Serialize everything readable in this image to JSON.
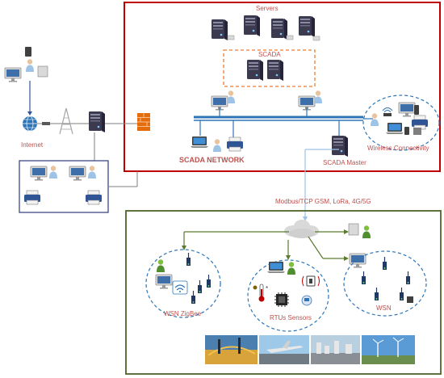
{
  "labels": {
    "servers": "Servers",
    "scada": "SCADA",
    "internet": "Internet",
    "scada_network": "SCADA NETWORK",
    "scada_master": "SCADA Master",
    "wireless_connectivity": "Wireless Connectivity",
    "protocols": "Modbus/TCP GSM, LoRa, 4G/5G",
    "wsn_zigbee": "WSN ZigBee",
    "rtus_sensors": "RTUs Sensors",
    "wsn": "WSN"
  },
  "colors": {
    "scada_border": "#c00000",
    "field_border": "#4f6228",
    "label_red": "#c0504d",
    "bus_blue": "#2e75b6",
    "dashed_blue": "#2e75b6",
    "dashed_orange": "#ed7d31",
    "server_dark": "#3b3a4f",
    "link_green": "#5a7a2e",
    "link_lightblue": "#9dc3e6"
  },
  "icons": [
    "server-icon",
    "workstation-icon",
    "printer-icon",
    "laptop-icon",
    "user-icon",
    "globe-icon",
    "antenna-tower-icon",
    "firewall-icon",
    "cloud-icon",
    "wifi-icon",
    "thermometer-icon",
    "chip-icon",
    "radio-tower-icon"
  ],
  "photo_strip": [
    "industrial-plant-photo",
    "airport-photo",
    "refinery-photo",
    "wind-farm-photo"
  ]
}
